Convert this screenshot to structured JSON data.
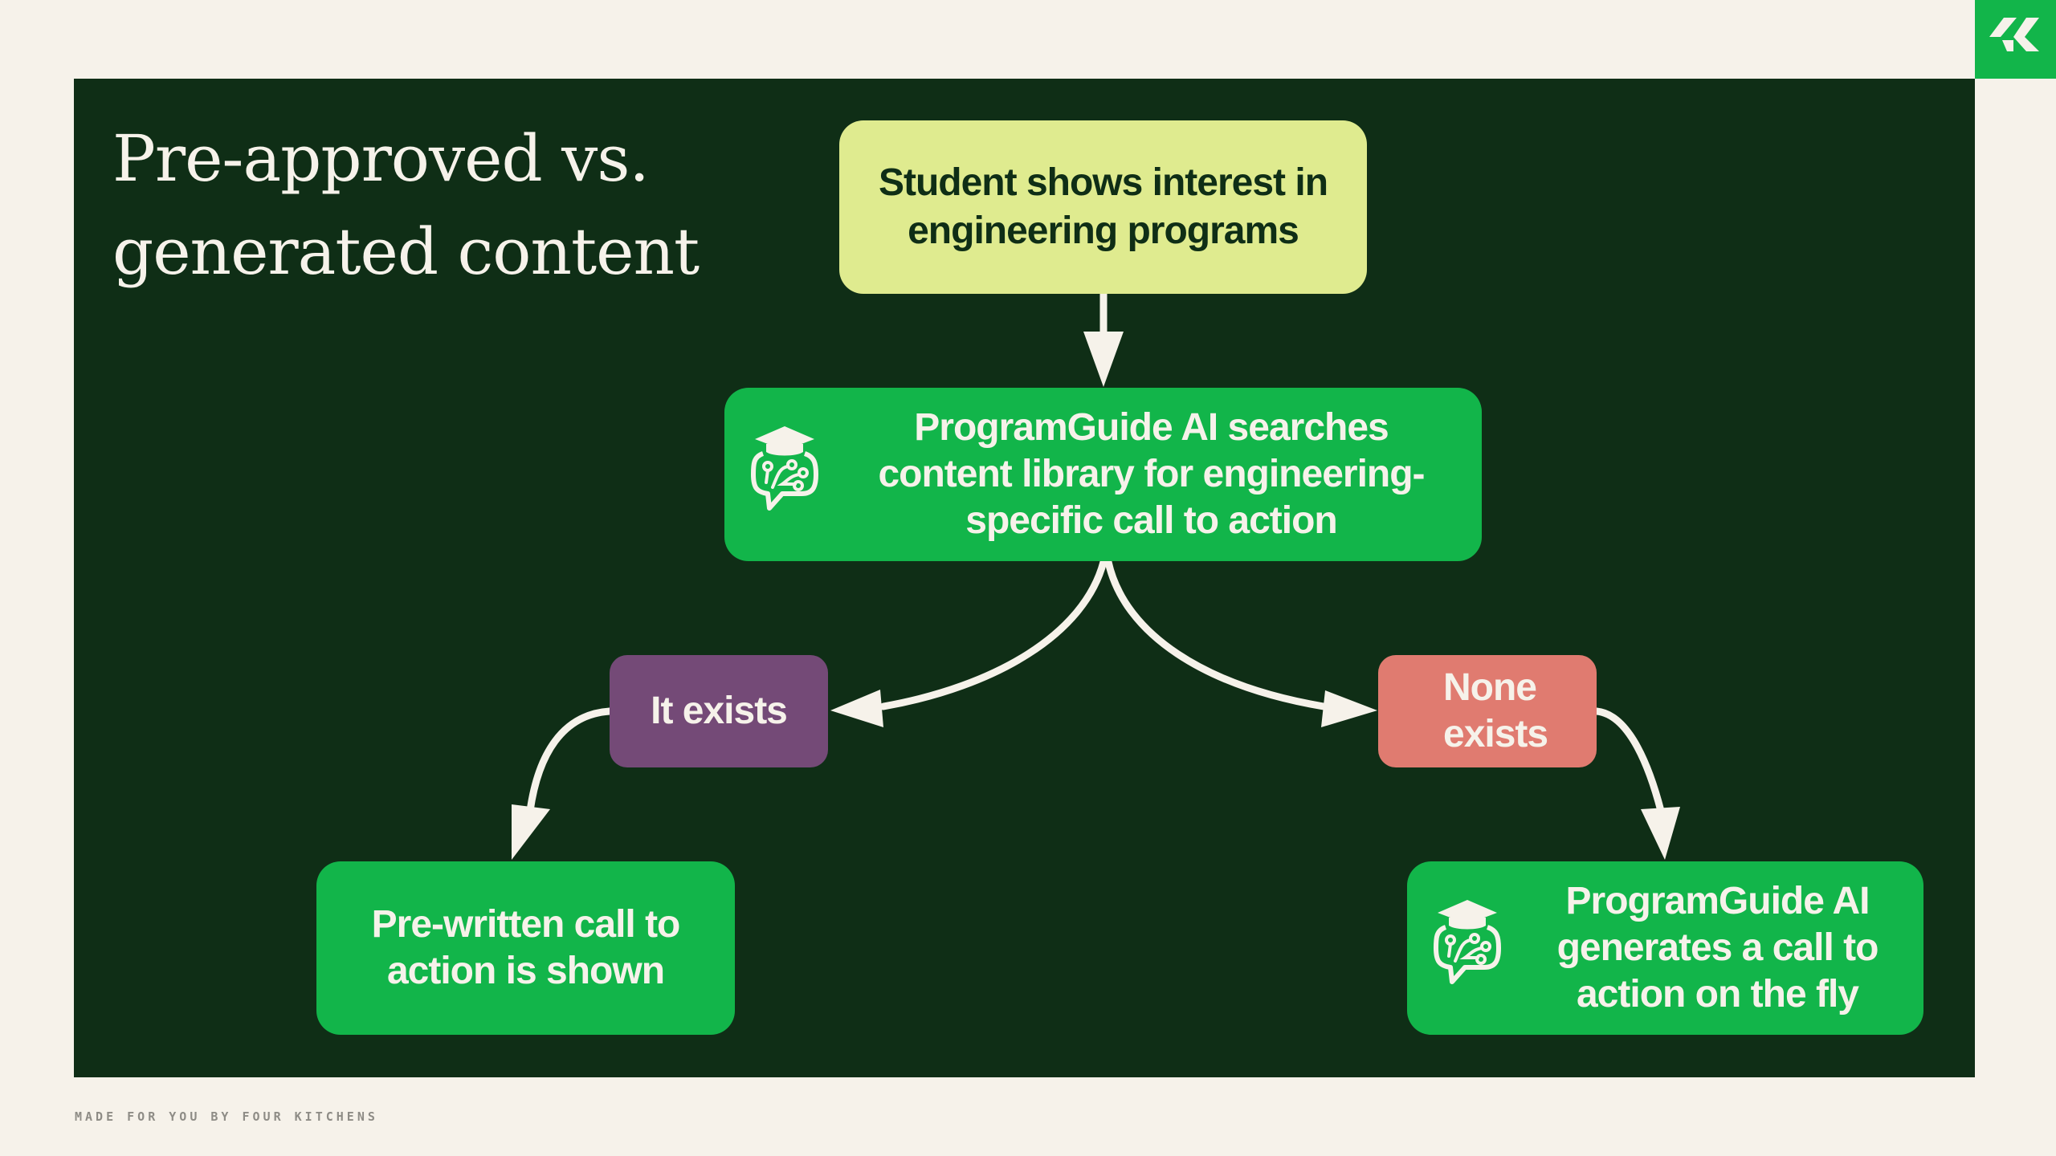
{
  "slide": {
    "title_line1": "Pre-approved vs.",
    "title_line2": "generated content",
    "footer": "MADE FOR YOU BY FOUR KITCHENS",
    "logo": "four-kitchens-logo",
    "colors": {
      "background": "#f6f2ea",
      "panel": "#0f2e16",
      "brand_green": "#12b54a",
      "start_node": "#dfeb8f",
      "exists_node": "#744a77",
      "none_node": "#e07b70",
      "arrow": "#f6f2ea"
    }
  },
  "flow": {
    "start": {
      "text": "Student shows interest in engineering programs"
    },
    "search": {
      "text": "ProgramGuide AI searches content library for engineering-specific call to action",
      "icon": "ai-graduation-chat-icon"
    },
    "exists": {
      "text": "It exists"
    },
    "none": {
      "text": "None exists"
    },
    "prewritten": {
      "text": "Pre-written call to action is shown"
    },
    "generate": {
      "text": "ProgramGuide AI generates a call to action on the fly",
      "icon": "ai-graduation-chat-icon"
    },
    "edges": [
      {
        "from": "start",
        "to": "search"
      },
      {
        "from": "search",
        "to": "exists"
      },
      {
        "from": "search",
        "to": "none"
      },
      {
        "from": "exists",
        "to": "prewritten"
      },
      {
        "from": "none",
        "to": "generate"
      }
    ]
  }
}
